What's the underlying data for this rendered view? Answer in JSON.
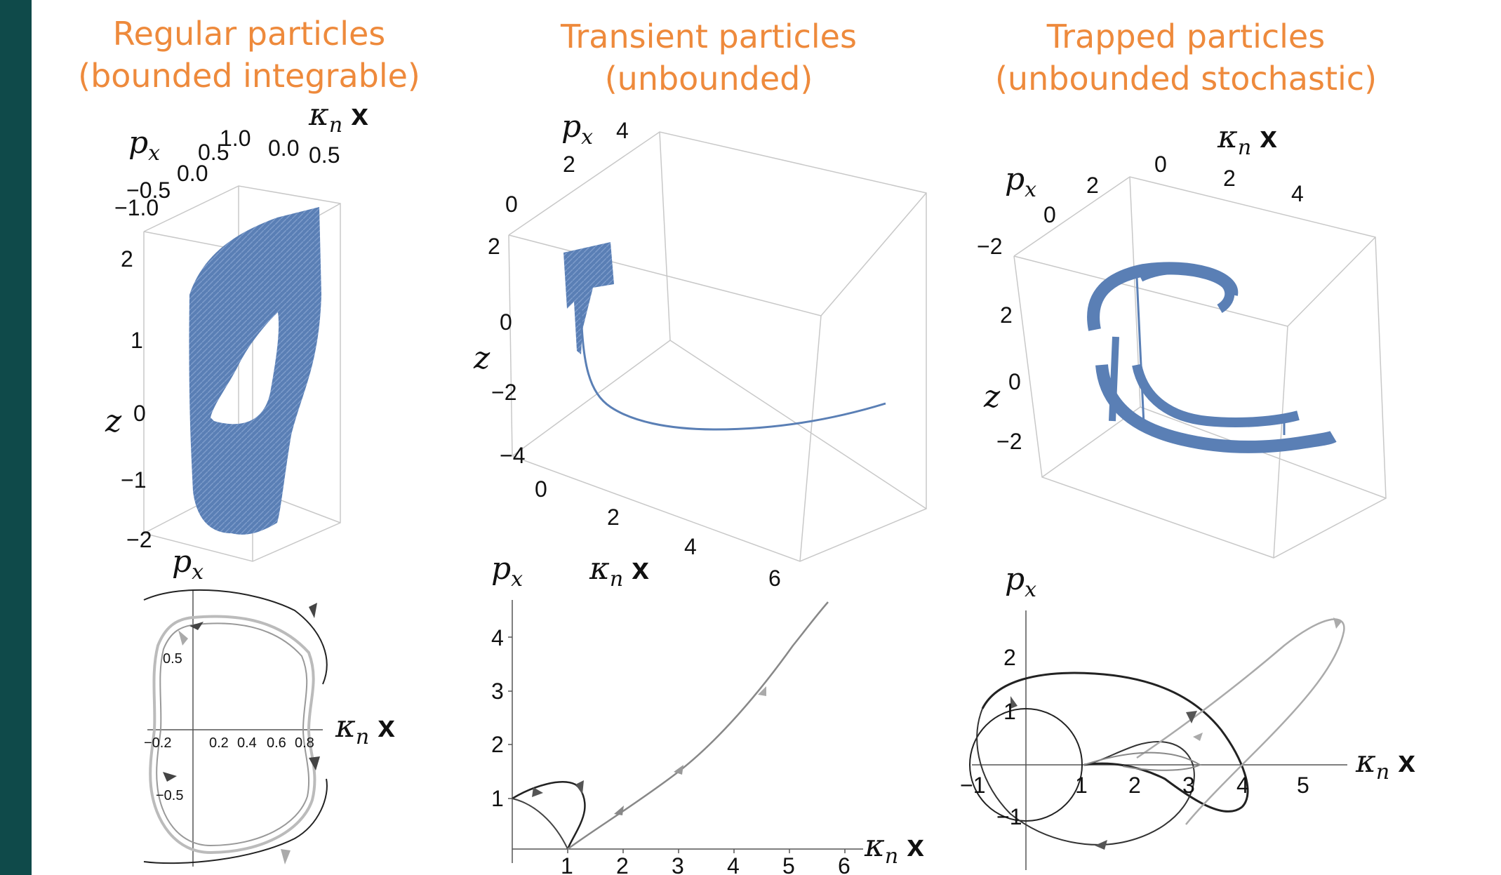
{
  "colors": {
    "title": "#ee8a3c",
    "trajectory": "#5a7fb5",
    "side_bar": "#0f4a4a"
  },
  "columns": [
    {
      "title_line1": "Regular particles",
      "title_line2": "(bounded integrable)"
    },
    {
      "title_line1": "Transient particles",
      "title_line2": "(unbounded)"
    },
    {
      "title_line1": "Trapped particles",
      "title_line2": "(unbounded stochastic)"
    }
  ],
  "axis_labels": {
    "px": "p",
    "px_sub": "x",
    "kx": "κ",
    "kx_sub": "n",
    "kx_x": " x",
    "z": "z"
  },
  "chart_data": [
    {
      "type": "scatter",
      "panel": "regular-3d",
      "px_ticks": [
        "1.0",
        "0.5",
        "0.0",
        "−0.5",
        "−1.0"
      ],
      "kx_ticks": [
        "0.0",
        "0.5"
      ],
      "z_ticks": [
        "2",
        "1",
        "0",
        "−1",
        "−2"
      ]
    },
    {
      "type": "scatter",
      "panel": "transient-3d",
      "px_ticks": [
        "4",
        "2",
        "0"
      ],
      "kx_ticks": [
        "0",
        "2",
        "4",
        "6"
      ],
      "z_ticks": [
        "2",
        "0",
        "−2",
        "−4"
      ]
    },
    {
      "type": "scatter",
      "panel": "trapped-3d",
      "px_ticks": [
        "2",
        "0",
        "−2"
      ],
      "kx_ticks": [
        "0",
        "2",
        "4"
      ],
      "z_ticks": [
        "2",
        "0",
        "−2"
      ]
    },
    {
      "type": "line",
      "panel": "regular-phase",
      "x_ticks": [
        "−0.2",
        "0.2",
        "0.4",
        "0.6",
        "0.8"
      ],
      "y_ticks": [
        "0.5",
        "−0.5"
      ]
    },
    {
      "type": "line",
      "panel": "transient-phase",
      "x_ticks": [
        "1",
        "2",
        "3",
        "4",
        "5",
        "6"
      ],
      "y_ticks": [
        "4",
        "3",
        "2",
        "1"
      ]
    },
    {
      "type": "line",
      "panel": "trapped-phase",
      "x_ticks": [
        "−1",
        "1",
        "2",
        "3",
        "4",
        "5"
      ],
      "y_ticks": [
        "2",
        "1",
        "−1"
      ]
    }
  ]
}
